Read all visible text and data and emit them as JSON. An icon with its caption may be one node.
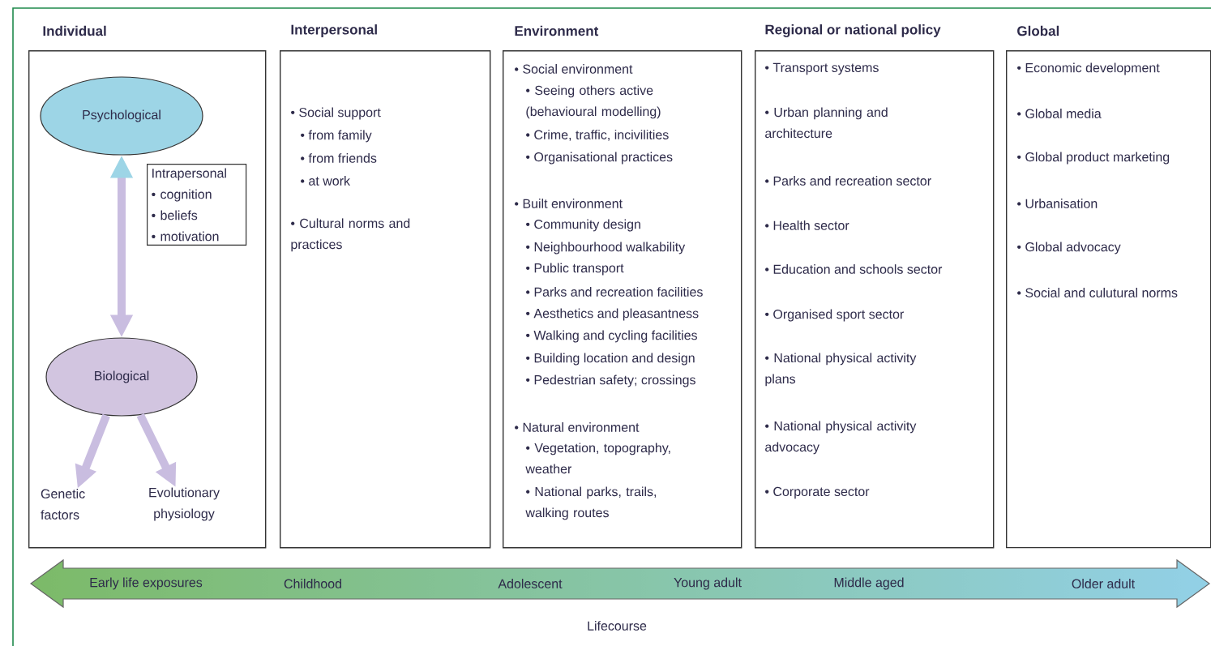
{
  "diagram": {
    "nodes": [
      {
        "text": [
          "Individual"
        ]
      },
      {
        "text": [
          "Psychological"
        ],
        "in": 0
      },
      {
        "text": [
          "Intrapersonal",
          "• cognition",
          "• beliefs",
          "• motivation"
        ],
        "in": 0
      },
      {
        "text": [
          "Biological"
        ],
        "in": 0
      },
      {
        "text": [
          "Genetic factors"
        ],
        "in": 0
      },
      {
        "text": [
          "Evolutionary physiology"
        ],
        "in": 0
      },
      {
        "text": [
          "Interpersonal",
          "• Social support",
          "• from family",
          "• from friends",
          "• at work",
          "• Cultural norms and practices"
        ]
      },
      {
        "text": [
          "Environment",
          "• Social environment",
          "• Seeing others active (behavioural modelling)",
          "• Crime, traffic, incivilities",
          "• Organisational practices",
          "• Built environment",
          "• Community design",
          "• Neighbourhood walkability",
          "• Public transport",
          "• Parks and recreation facilities",
          "• Aesthetics and pleasantness",
          "• Walking and cycling facilities",
          "• Building location and design",
          "• Pedestrian safety; crossings",
          "• Natural environment",
          "• Vegetation, topography, weather",
          "• National parks, trails, walking routes"
        ]
      },
      {
        "text": [
          "Regional or national policy",
          "• Transport systems",
          "• Urban planning and architecture",
          "• Parks and recreation sector",
          "• Health sector",
          "• Education and schools sector",
          "• Organised sport sector",
          "• National physical activity plans",
          "• National physical activity advocacy",
          "• Corporate sector"
        ]
      },
      {
        "text": [
          "Global",
          "• Economic development",
          "• Global media",
          "• Global product marketing",
          "• Urbanisation",
          "• Global advocacy",
          "• Social and culutural norms"
        ]
      },
      {
        "text": [
          "Early life exposures",
          "Childhood",
          "Adolescent",
          "Young adult",
          "Middle aged",
          "Older adult"
        ],
        "beside": [
          "Lifecourse"
        ]
      }
    ],
    "edges": [
      {
        "from": 1,
        "to": 3,
        "arrow": "both"
      },
      {
        "from": 3,
        "to": 4,
        "arrow": "to"
      },
      {
        "from": 3,
        "to": 5,
        "arrow": "to"
      }
    ]
  }
}
